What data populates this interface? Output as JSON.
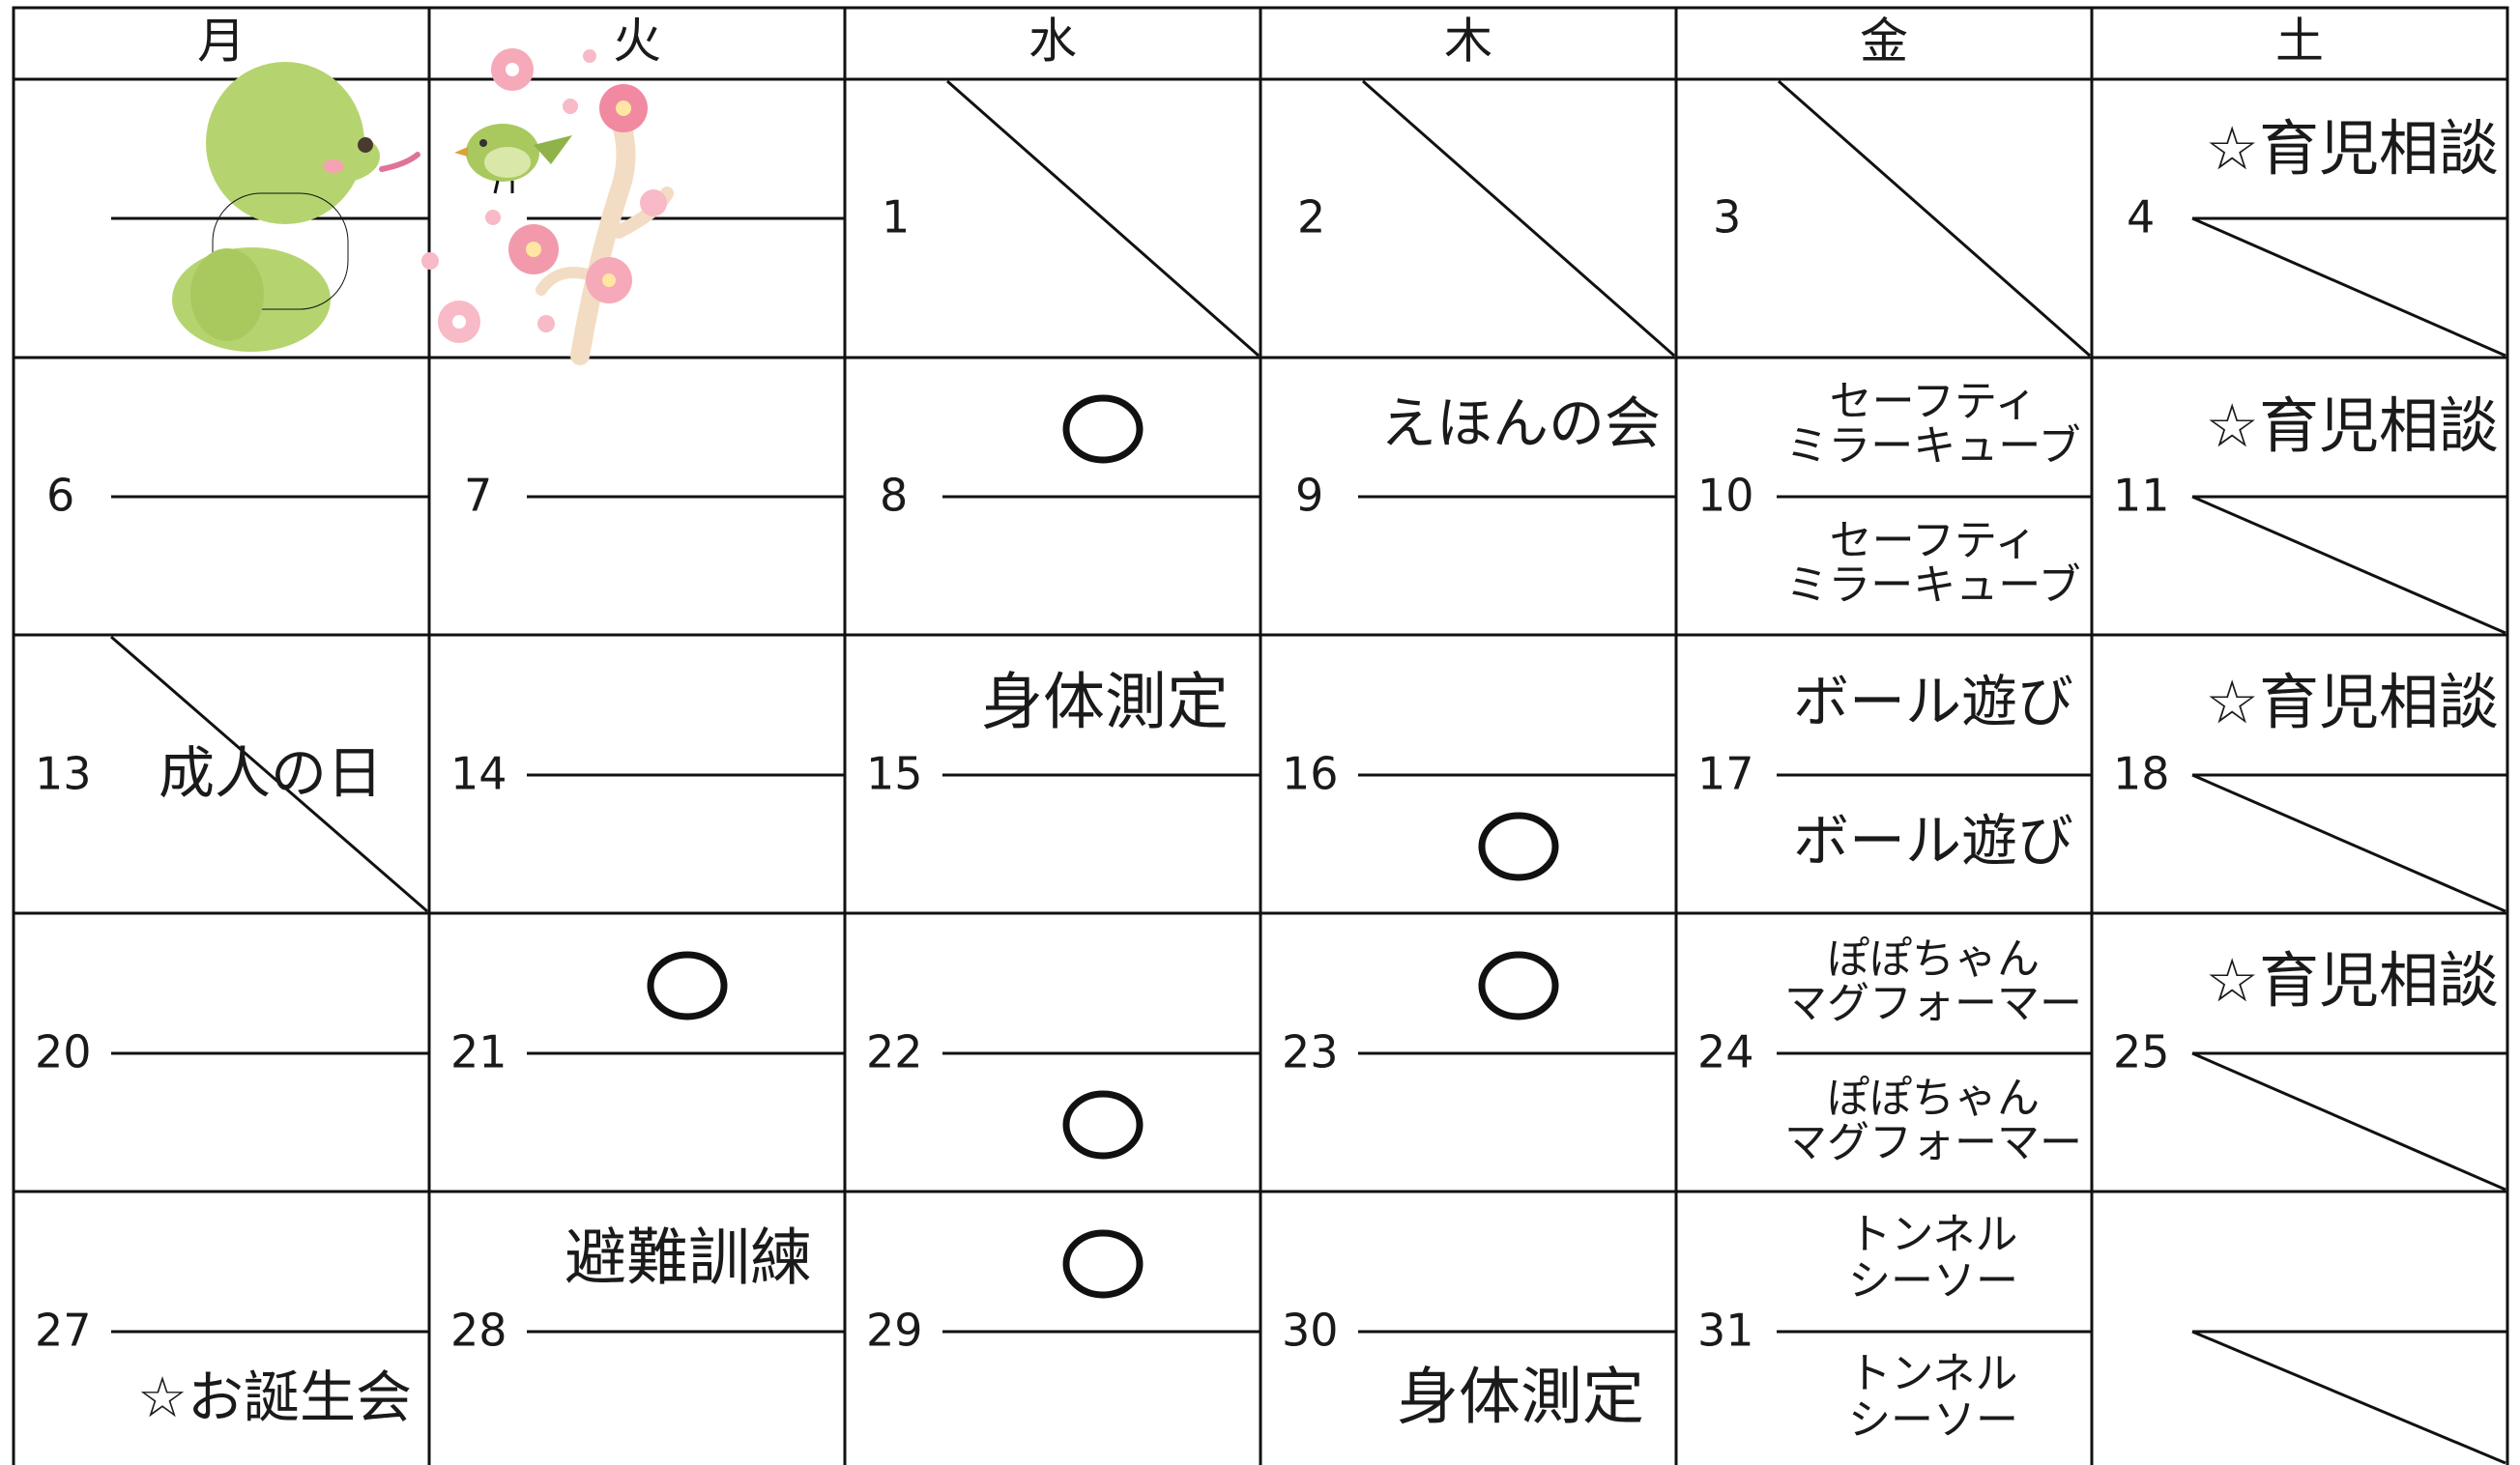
{
  "weekdays": [
    "月",
    "火",
    "水",
    "木",
    "金",
    "土"
  ],
  "circle_mark": "○",
  "weeks": [
    {
      "days": [
        {
          "num": ""
        },
        {
          "num": ""
        },
        {
          "num": "1"
        },
        {
          "num": "2"
        },
        {
          "num": "3"
        },
        {
          "num": "4",
          "top": "☆育児相談"
        }
      ]
    },
    {
      "days": [
        {
          "num": "6"
        },
        {
          "num": "7"
        },
        {
          "num": "8",
          "top_mark": "○"
        },
        {
          "num": "9",
          "top": "えほんの会"
        },
        {
          "num": "10",
          "top_lines": [
            "セーフティ",
            "ミラーキューブ"
          ],
          "bottom_lines": [
            "セーフティ",
            "ミラーキューブ"
          ]
        },
        {
          "num": "11",
          "top": "☆育児相談"
        }
      ]
    },
    {
      "days": [
        {
          "num": "13",
          "holiday": "成人の日"
        },
        {
          "num": "14"
        },
        {
          "num": "15",
          "top": "身体測定"
        },
        {
          "num": "16",
          "bottom_mark": "○"
        },
        {
          "num": "17",
          "top": "ボール遊び",
          "bottom": "ボール遊び"
        },
        {
          "num": "18",
          "top": "☆育児相談"
        }
      ]
    },
    {
      "days": [
        {
          "num": "20"
        },
        {
          "num": "21",
          "top_mark": "○"
        },
        {
          "num": "22",
          "bottom_mark": "○"
        },
        {
          "num": "23",
          "top_mark": "○"
        },
        {
          "num": "24",
          "top_lines": [
            "ぽぽちゃん",
            "マグフォーマー"
          ],
          "bottom_lines": [
            "ぽぽちゃん",
            "マグフォーマー"
          ]
        },
        {
          "num": "25",
          "top": "☆育児相談"
        }
      ]
    },
    {
      "days": [
        {
          "num": "27",
          "bottom": "☆お誕生会"
        },
        {
          "num": "28",
          "top": "避難訓練"
        },
        {
          "num": "29",
          "top_mark": "○"
        },
        {
          "num": "30",
          "bottom": "身体測定"
        },
        {
          "num": "31",
          "top_lines": [
            "トンネル",
            "シーソー"
          ],
          "bottom_lines": [
            "トンネル",
            "シーソー"
          ]
        },
        {
          "num": ""
        }
      ]
    }
  ]
}
